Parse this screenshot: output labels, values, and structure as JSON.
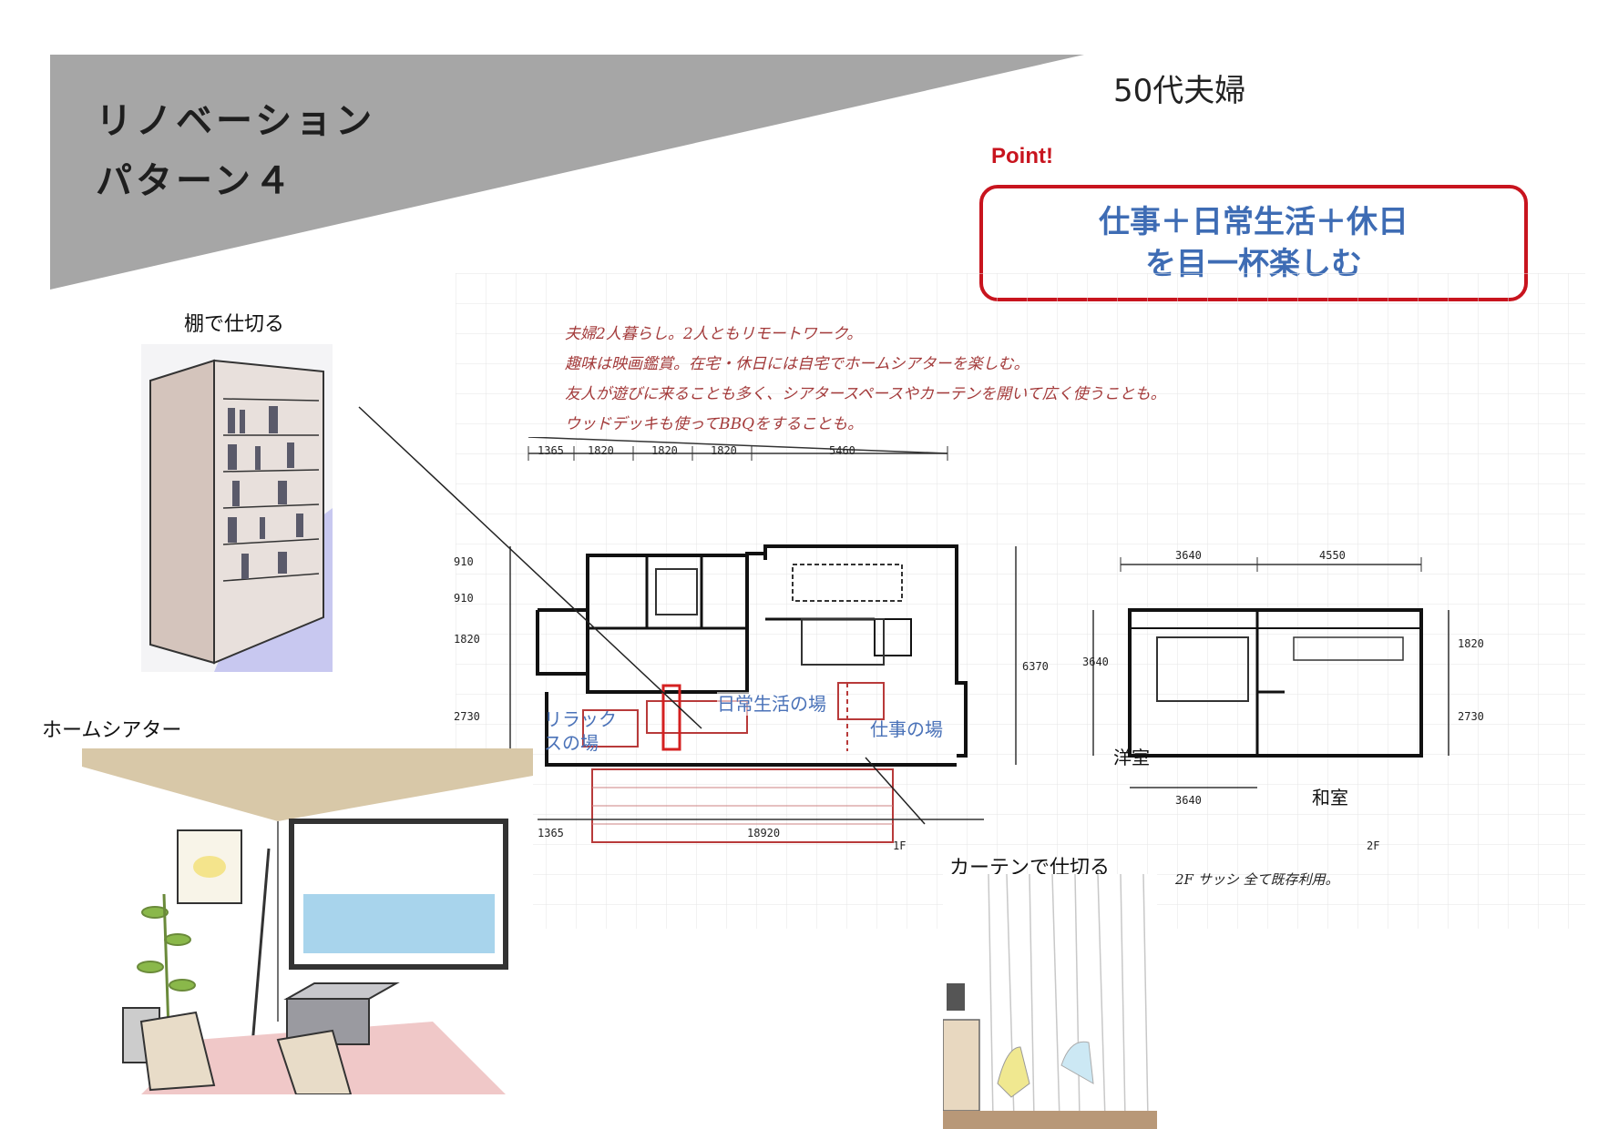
{
  "header": {
    "title_line1": "リノベーション",
    "title_line2": "パターン４",
    "subtitle": "50代夫婦",
    "banner_color": "#a6a6a6"
  },
  "point": {
    "label": "Point!",
    "line1": "仕事＋日常生活＋休日",
    "line2": "を目一杯楽しむ",
    "border_color": "#c8141e",
    "text_color": "#3e6cb4"
  },
  "callouts": {
    "shelf": "棚で仕切る",
    "theater": "ホームシアター",
    "curtain": "カーテンで仕切る"
  },
  "zones": {
    "relax": "リラックスの場",
    "daily": "日常生活の場",
    "work": "仕事の場"
  },
  "plan_rooms": {
    "western": "洋室",
    "japanese": "和室"
  },
  "handwritten_notes": [
    "夫婦2人暮らし。2人ともリモートワーク。",
    "趣味は映画鑑賞。在宅・休日には自宅でホームシアターを楽しむ。",
    "友人が遊びに来ることも多く、シアタースペースやカーテンを開いて広く使うことも。",
    "ウッドデッキも使ってBBQをすることも。"
  ],
  "dimension_labels": {
    "top_ground": [
      "1365",
      "1820",
      "1820",
      "1820",
      "5460"
    ],
    "left_ground": [
      "910",
      "910",
      "1820",
      "2730"
    ],
    "right_ground": "6370",
    "bottom_ground": [
      "1365",
      "18920"
    ],
    "top_second": [
      "3640",
      "4550"
    ],
    "right_second": [
      "1820",
      "2730"
    ],
    "left_second": "3640",
    "bottom_second": "3640"
  },
  "floor_labels": {
    "ground": "1F",
    "second": "2F",
    "second_note": "2F サッシ 全て既存利用。"
  }
}
